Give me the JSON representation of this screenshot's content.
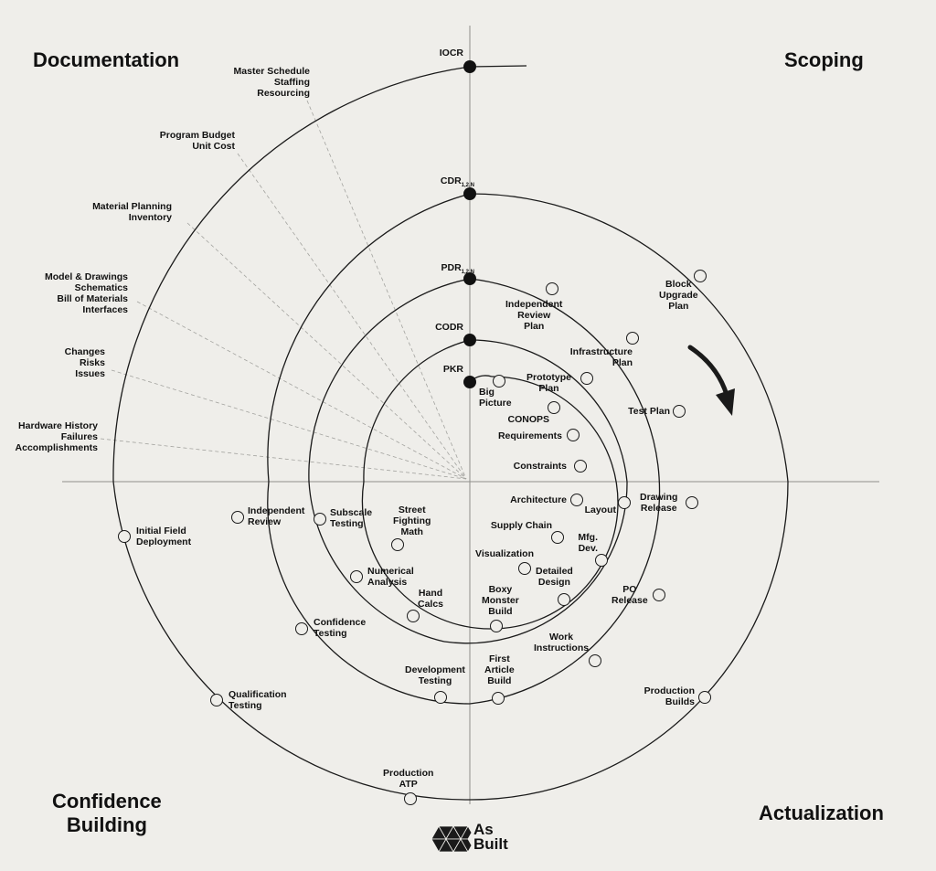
{
  "quadrants": {
    "top_left": "Documentation",
    "top_right": "Scoping",
    "bottom_left": [
      "Confidence",
      "Building"
    ],
    "bottom_right": "Actualization"
  },
  "milestones": {
    "iocr": "IOCR",
    "cdr": "CDR",
    "cdr_sub": "1,2,N",
    "pdr": "PDR",
    "pdr_sub": "1,2,N",
    "codr": "CODR",
    "pkr": "PKR"
  },
  "documentation_items": [
    [
      "Master Schedule",
      "Staffing",
      "Resourcing"
    ],
    [
      "Program Budget",
      "Unit Cost"
    ],
    [
      "Material Planning",
      "Inventory"
    ],
    [
      "Model & Drawings",
      "Schematics",
      "Bill of Materials",
      "Interfaces"
    ],
    [
      "Changes",
      "Risks",
      "Issues"
    ],
    [
      "Hardware History",
      "Failures",
      "Accomplishments"
    ]
  ],
  "nodes": {
    "big_picture": [
      "Big",
      "Picture"
    ],
    "prototype_plan": [
      "Prototype",
      "Plan"
    ],
    "conops": [
      "CONOPS"
    ],
    "requirements": [
      "Requirements"
    ],
    "constraints": [
      "Constraints"
    ],
    "architecture": [
      "Architecture"
    ],
    "supply_chain": [
      "Supply Chain"
    ],
    "visualization": [
      "Visualization"
    ],
    "street_fighting_math": [
      "Street",
      "Fighting",
      "Math"
    ],
    "independent_review_plan": [
      "Independent",
      "Review",
      "Plan"
    ],
    "infrastructure_plan": [
      "Infrastructure",
      "Plan"
    ],
    "layout": [
      "Layout"
    ],
    "mfg_dev": [
      "Mfg.",
      "Dev."
    ],
    "detailed_design": [
      "Detailed",
      "Design"
    ],
    "boxy_monster_build": [
      "Boxy",
      "Monster",
      "Build"
    ],
    "hand_calcs": [
      "Hand",
      "Calcs"
    ],
    "numerical_analysis": [
      "Numerical",
      "Analysis"
    ],
    "subscale_testing": [
      "Subscale",
      "Testing"
    ],
    "test_plan": [
      "Test Plan"
    ],
    "drawing_release": [
      "Drawing",
      "Release"
    ],
    "po_release": [
      "PO",
      "Release"
    ],
    "work_instructions": [
      "Work",
      "Instructions"
    ],
    "first_article_build": [
      "First",
      "Article",
      "Build"
    ],
    "development_testing": [
      "Development",
      "Testing"
    ],
    "confidence_testing": [
      "Confidence",
      "Testing"
    ],
    "independent_review": [
      "Independent",
      "Review"
    ],
    "block_upgrade_plan": [
      "Block",
      "Upgrade",
      "Plan"
    ],
    "production_builds": [
      "Production",
      "Builds"
    ],
    "production_atp": [
      "Production",
      "ATP"
    ],
    "qualification_testing": [
      "Qualification",
      "Testing"
    ],
    "initial_field_deployment": [
      "Initial Field",
      "Deployment"
    ]
  },
  "logo": {
    "line1": "As",
    "line2": "Built"
  },
  "colors": {
    "background": "#efeeea",
    "ink": "#111111",
    "guide": "#9a9a96"
  }
}
